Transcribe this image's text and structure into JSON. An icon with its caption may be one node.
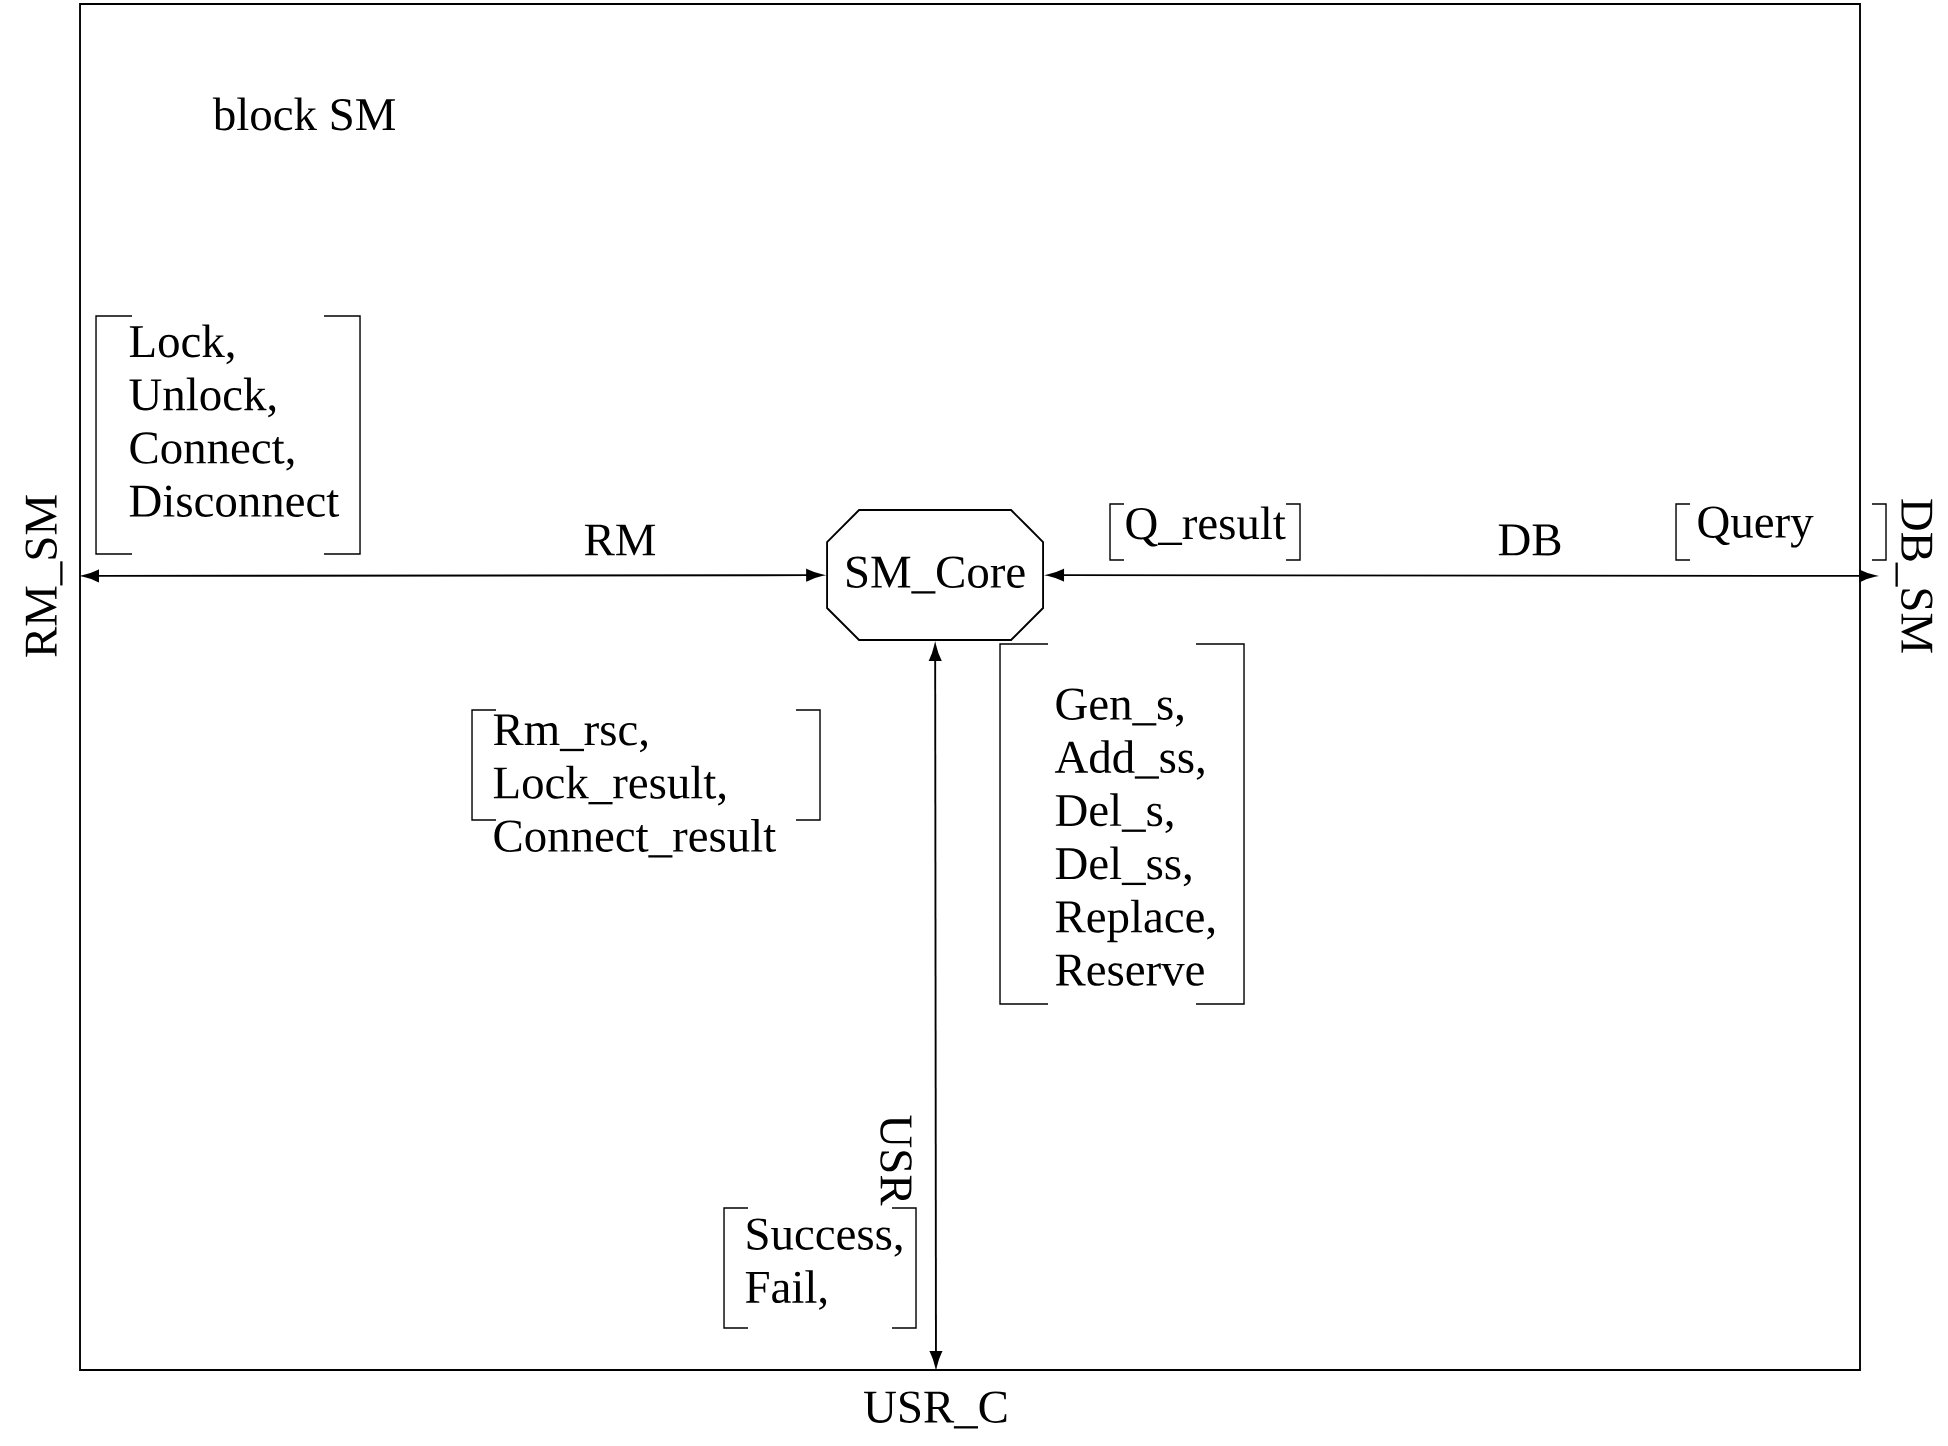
{
  "diagram": {
    "nodes": [
      {
        "text": [
          "block SM"
        ]
      },
      {
        "text": [
          "SM_Core"
        ],
        "in": 0
      },
      {
        "text": [
          "RM_SM"
        ]
      },
      {
        "text": [
          "DB_SM"
        ]
      },
      {
        "text": [
          "USR_C"
        ]
      }
    ],
    "edges": [
      {
        "from": 2,
        "to": 1,
        "arrow": "both",
        "label": "RM"
      },
      {
        "from": 1,
        "to": 3,
        "arrow": "both",
        "label": "DB"
      },
      {
        "from": 1,
        "to": 4,
        "arrow": "both",
        "label": "USR"
      }
    ],
    "labels": [
      "Lock, Unlock, Connect, Disconnect",
      "Q_result",
      "Query",
      "Rm_rsc, Lock_result, Connect_result",
      "Gen_s, Add_ss, Del_s, Del_ss, Replace, Reserve",
      "Success, Fail,"
    ]
  }
}
